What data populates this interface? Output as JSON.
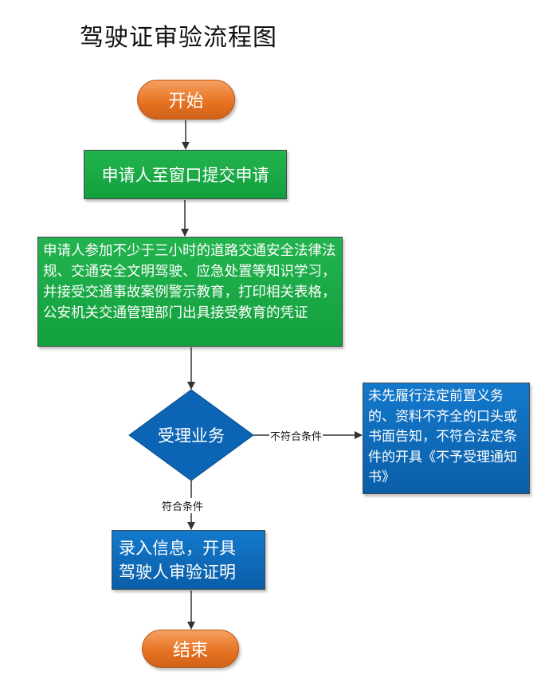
{
  "title": "驾驶证审验流程图",
  "nodes": {
    "start": "开始",
    "submit": "申请人至窗口提交申请",
    "education": "申请人参加不少于三小时的道路交通安全法律法规、交通安全文明驾驶、应急处置等知识学习，并接受交通事故案例警示教育，打印相关表格，公安机关交通管理部门出具接受教育的凭证",
    "decision": "受理业务",
    "reject": "未先履行法定前置义务的、资料不齐全的口头或书面告知，不符合法定条件的开具《不予受理通知书》",
    "record_line1": "录入信息，开具",
    "record_line2": "驾驶人审验证明",
    "end": "结束"
  },
  "edges": {
    "not_qualified": "不符合条件",
    "qualified": "符合条件"
  },
  "colors": {
    "start_end": "#e5711f",
    "process_green": "#13a03e",
    "process_blue": "#0a5ea8"
  }
}
